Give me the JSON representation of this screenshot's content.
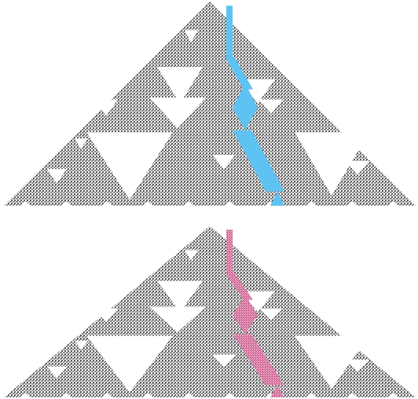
{
  "colors": {
    "background": "#ffffff",
    "cell": "#8a8a8a",
    "cell_dark": "#5a5a5a",
    "highlight_top": "#5ec2f2",
    "highlight_bottom": "#d36f9c",
    "highlight_bottom_texture": "#f4c9dc"
  },
  "panels": [
    {
      "name": "top-automaton-panel",
      "highlight_color_key": "highlight_top",
      "textured_highlight": false
    },
    {
      "name": "bottom-automaton-panel",
      "highlight_color_key": "highlight_bottom",
      "textured_highlight": true
    }
  ]
}
